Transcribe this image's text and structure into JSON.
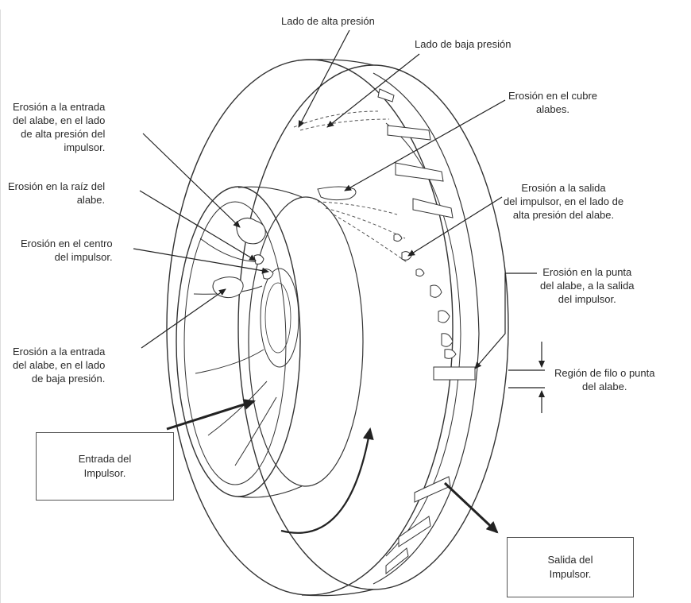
{
  "labels": {
    "lado_alta": "Lado de alta presión",
    "lado_baja": "Lado de baja presión",
    "erosion_entrada_alta": [
      "Erosión a la entrada",
      "del alabe, en el lado",
      "de alta presión del",
      "impulsor."
    ],
    "erosion_raiz": [
      "Erosión en la raíz del",
      "alabe."
    ],
    "erosion_centro": [
      "Erosión en el centro",
      "del impulsor."
    ],
    "erosion_entrada_baja": [
      "Erosión a la entrada",
      "del alabe, en el lado",
      "de baja presión."
    ],
    "erosion_cubre": [
      "Erosión en el cubre",
      "alabes."
    ],
    "erosion_salida_alta": [
      "Erosión a la salida",
      "del impulsor, en el lado de",
      "alta presión del alabe."
    ],
    "erosion_punta": [
      "Erosión en la punta",
      "del alabe, a la salida",
      "del impulsor."
    ],
    "region_filo": [
      "Región de filo o punta",
      "del alabe."
    ]
  },
  "boxes": {
    "entrada": [
      "Entrada del",
      "Impulsor."
    ],
    "salida": [
      "Salida del",
      "Impulsor."
    ]
  }
}
